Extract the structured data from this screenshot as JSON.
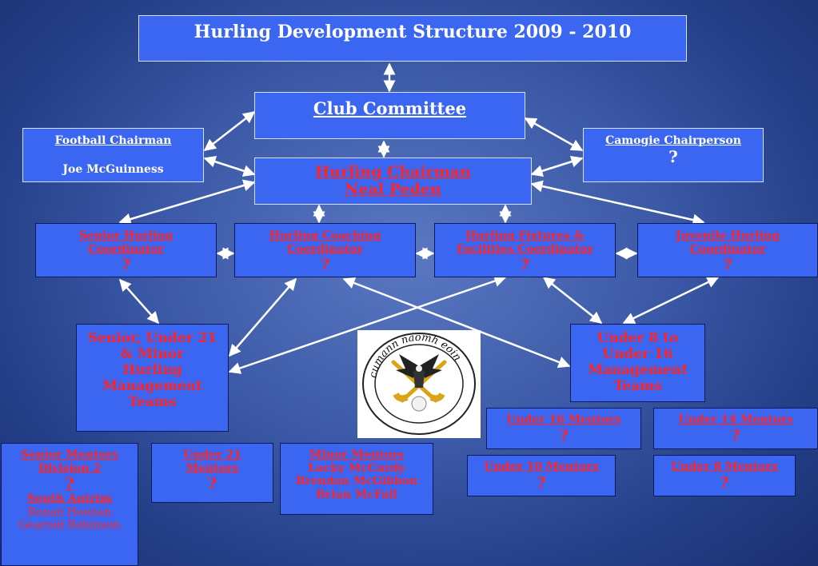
{
  "title": "Hurling Development Structure 2009 - 2010",
  "club_committee": "Club Committee",
  "football": {
    "title": "Football Chairman",
    "name": "Joe McGuinness"
  },
  "camogie": {
    "title": "Camogie  Chairperson",
    "name": "?"
  },
  "hurling_chair": {
    "title": "Hurling Chairman",
    "name": "Neal Peden"
  },
  "coordinators": [
    {
      "line1": "Senior Hurling",
      "line2": "Coordinator",
      "name": "?"
    },
    {
      "line1": "Hurling Coaching",
      "line2": "Coordinator",
      "name": "?"
    },
    {
      "line1": "Hurling Fixtures &",
      "line2": "Facilities Coordinator",
      "name": "?"
    },
    {
      "line1": "Juvenile Hurling",
      "line2": "Coordinator",
      "name": "?"
    }
  ],
  "senior_mgmt": [
    "Senior, Under 21",
    "& Minor",
    "Hurling",
    "Management",
    "Teams"
  ],
  "juvenile_mgmt": [
    "Under 8 to",
    "Under 16",
    "Management",
    "Teams"
  ],
  "logo": {
    "text": "cumann naomh eoin",
    "alt": "club crest with eagle and crossed hurleys"
  },
  "mentors": {
    "senior": {
      "title1": "Senior Mentors",
      "title2": "Division 2",
      "q": "?",
      "sub": "South Antrim",
      "names": [
        "Ronan Heenan",
        "Gearoid Robinson"
      ]
    },
    "u21": {
      "title1": "Under 21",
      "title2": "Mentors",
      "q": "?"
    },
    "minor": {
      "title": "Minor Mentors",
      "names": [
        "Locky McCurdy",
        "Brendan McGibbon",
        "Brian McFall"
      ]
    },
    "u16": {
      "title": "Under 16 Mentors",
      "q": "?"
    },
    "u14": {
      "title": "Under 14 Mentors",
      "q": "?"
    },
    "u10": {
      "title": "Under 10 Mentors",
      "q": "?"
    },
    "u8": {
      "title": "Under 8 Mentors",
      "q": "?"
    }
  }
}
